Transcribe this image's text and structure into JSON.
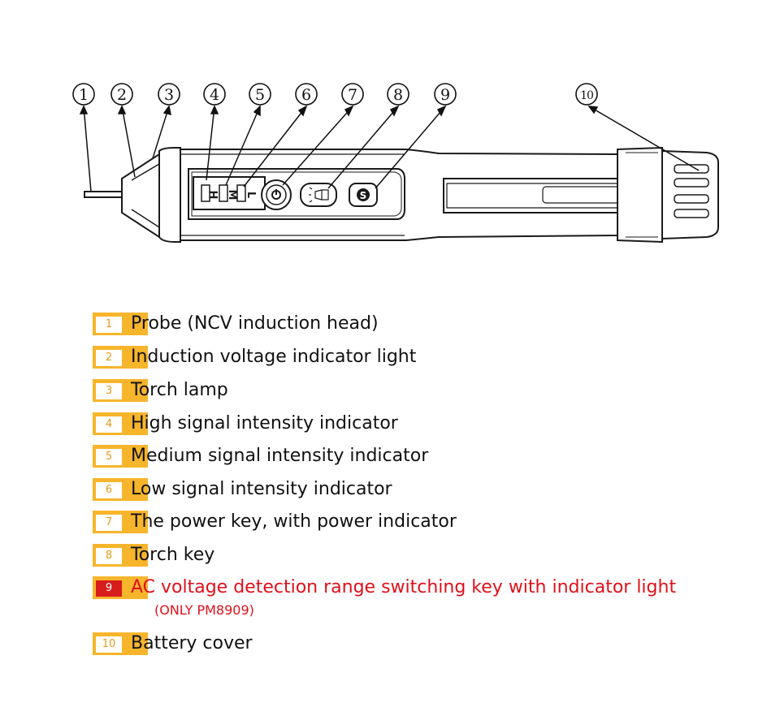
{
  "callouts": [
    "1",
    "2",
    "3",
    "4",
    "5",
    "6",
    "7",
    "8",
    "9",
    "10"
  ],
  "pen": {
    "indicator_letters": [
      "H",
      "M",
      "L"
    ],
    "torch_glyph": "torch-icon",
    "mode_key_glyph": "S"
  },
  "legend": [
    {
      "num": "1",
      "text": "Probe (NCV induction head)"
    },
    {
      "num": "2",
      "text": "Induction voltage indicator light"
    },
    {
      "num": "3",
      "text": "Torch lamp"
    },
    {
      "num": "4",
      "text": "High signal intensity indicator"
    },
    {
      "num": "5",
      "text": "Medium signal intensity indicator"
    },
    {
      "num": "6",
      "text": "Low signal intensity indicator"
    },
    {
      "num": "7",
      "text": "The power key, with power indicator"
    },
    {
      "num": "8",
      "text": "Torch key"
    },
    {
      "num": "9",
      "text": "AC voltage detection range switching key with indicator light"
    },
    {
      "num": "10",
      "text": "Battery cover"
    }
  ],
  "legend_note": "(ONLY PM8909)",
  "colors": {
    "badge": "#f7b52c",
    "badge_text": "#e89a1c",
    "highlight": "#d81b1b",
    "highlight_text": "#e0101a"
  }
}
